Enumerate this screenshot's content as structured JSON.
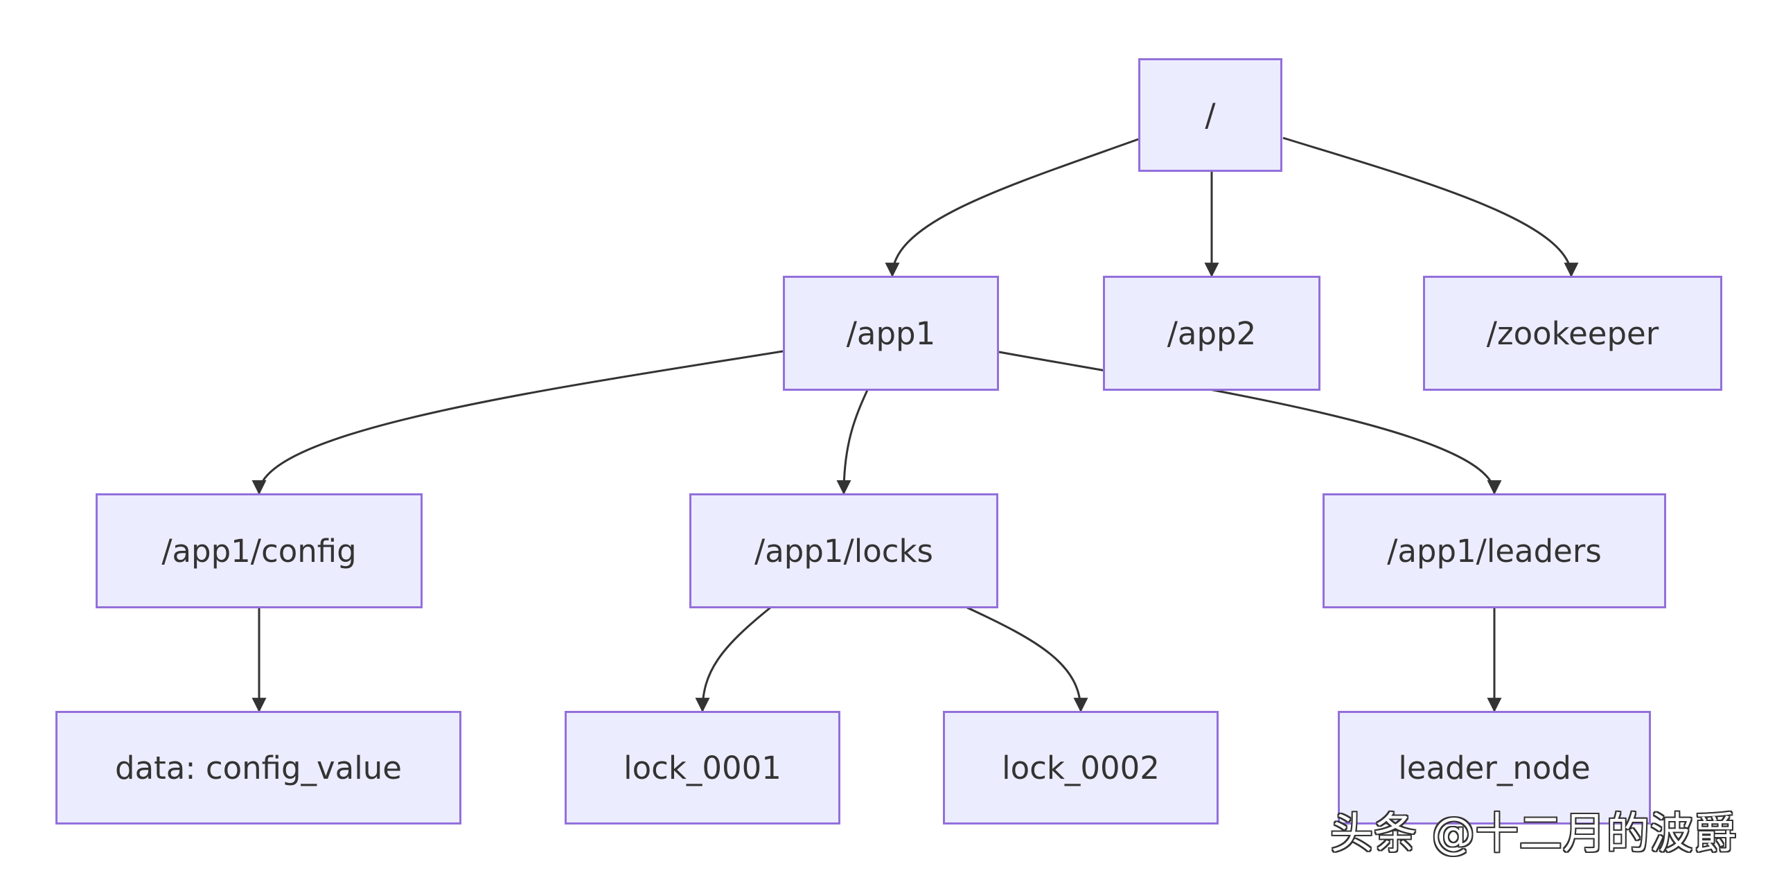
{
  "diagram": {
    "nodes": [
      {
        "id": "root",
        "label": "/"
      },
      {
        "id": "app1",
        "label": "/app1"
      },
      {
        "id": "app2",
        "label": "/app2"
      },
      {
        "id": "zookeeper",
        "label": "/zookeeper"
      },
      {
        "id": "config",
        "label": "/app1/config"
      },
      {
        "id": "locks",
        "label": "/app1/locks"
      },
      {
        "id": "leaders",
        "label": "/app1/leaders"
      },
      {
        "id": "config_value",
        "label": "data: config_value"
      },
      {
        "id": "lock_0001",
        "label": "lock_0001"
      },
      {
        "id": "lock_0002",
        "label": "lock_0002"
      },
      {
        "id": "leader_node",
        "label": "leader_node"
      }
    ],
    "edges": [
      {
        "from": "root",
        "to": "app1"
      },
      {
        "from": "root",
        "to": "app2"
      },
      {
        "from": "root",
        "to": "zookeeper"
      },
      {
        "from": "app1",
        "to": "config"
      },
      {
        "from": "app1",
        "to": "locks"
      },
      {
        "from": "app1",
        "to": "leaders"
      },
      {
        "from": "config",
        "to": "config_value"
      },
      {
        "from": "locks",
        "to": "lock_0001"
      },
      {
        "from": "locks",
        "to": "lock_0002"
      },
      {
        "from": "leaders",
        "to": "leader_node"
      }
    ]
  },
  "watermark": "头条 @十二月的波爵",
  "colors": {
    "node_fill": "#ECECFF",
    "node_border": "#9370DB",
    "edge": "#333333",
    "text": "#333333"
  }
}
